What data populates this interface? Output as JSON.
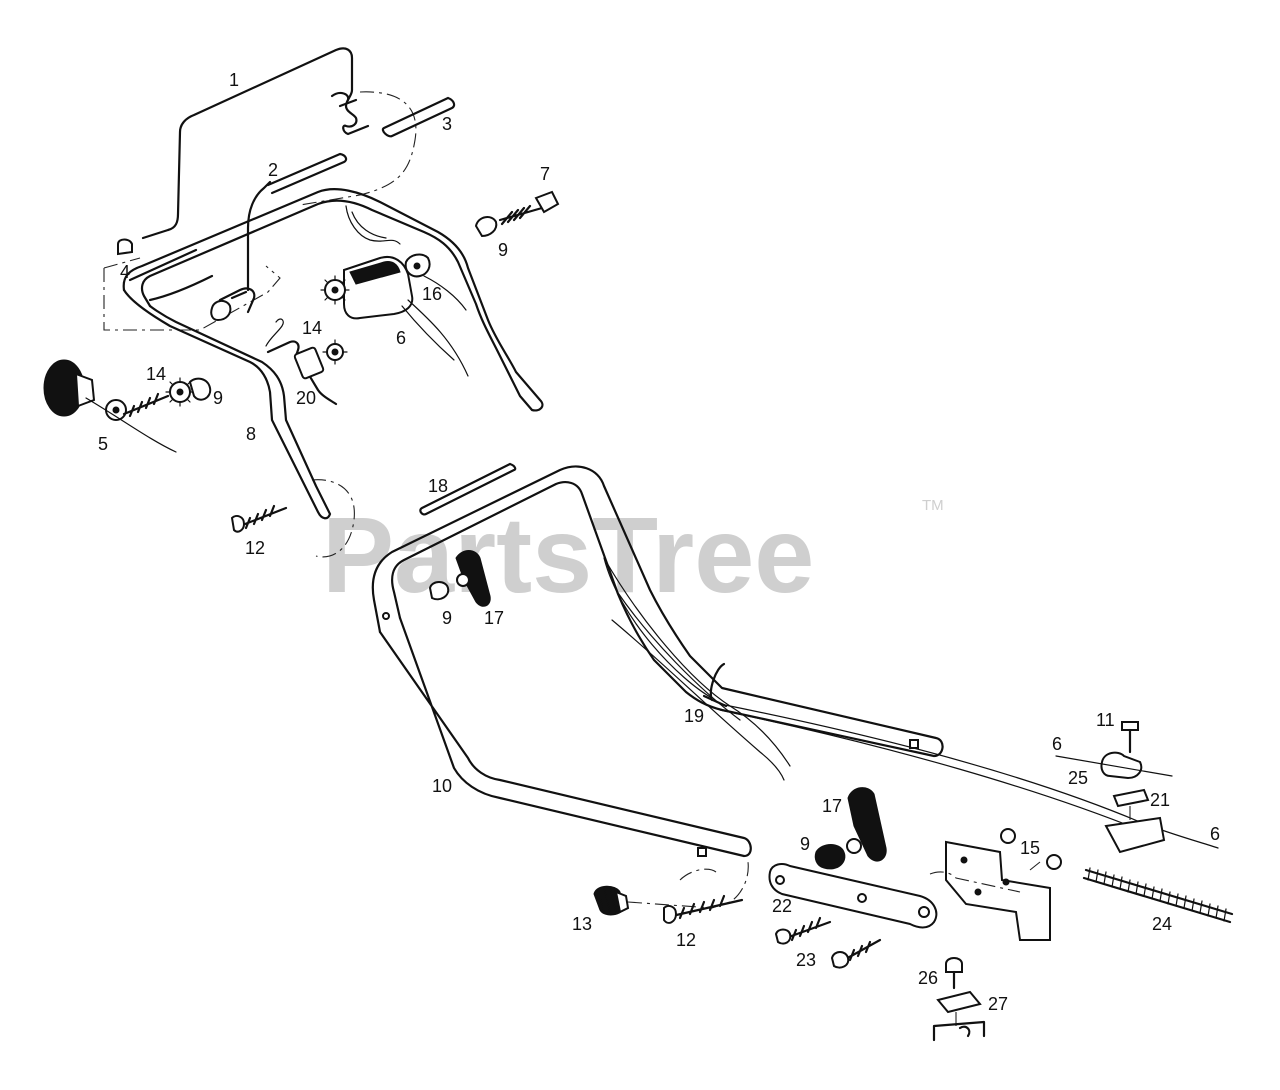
{
  "watermark": {
    "text": "PartsTree",
    "trademark": "TM"
  },
  "part_labels": [
    "1",
    "3",
    "2",
    "7",
    "9",
    "4",
    "16",
    "14",
    "6",
    "14",
    "9",
    "20",
    "5",
    "8",
    "18",
    "12",
    "9",
    "17",
    "19",
    "11",
    "6",
    "25",
    "21",
    "10",
    "17",
    "9",
    "6",
    "15",
    "22",
    "13",
    "12",
    "24",
    "23",
    "26",
    "27"
  ]
}
